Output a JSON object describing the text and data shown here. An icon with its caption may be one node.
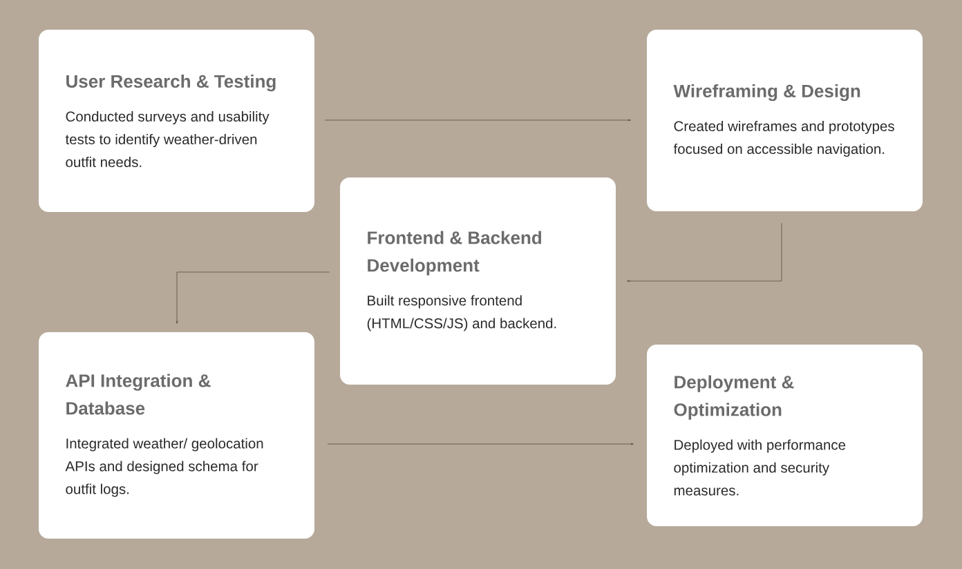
{
  "diagram": {
    "nodes": [
      {
        "text": [
          "User Research & Testing",
          "Conducted surveys and usability tests to identify weather-driven outfit needs."
        ]
      },
      {
        "text": [
          "Wireframing & Design",
          "Created wireframes and prototypes focused on accessible navigation."
        ]
      },
      {
        "text": [
          "Frontend & Backend Development",
          "Built responsive frontend (HTML/CSS/JS) and backend."
        ]
      },
      {
        "text": [
          "API Integration & Database",
          "Integrated weather/ geolocation APIs and designed schema for outfit logs."
        ]
      },
      {
        "text": [
          "Deployment & Optimization",
          "Deployed with performance optimization and security measures."
        ]
      }
    ],
    "edges": [
      {
        "from": 0,
        "to": 1,
        "arrow": "to"
      },
      {
        "from": 1,
        "to": 2,
        "arrow": "to"
      },
      {
        "from": 2,
        "to": 3,
        "arrow": "to"
      },
      {
        "from": 3,
        "to": 4,
        "arrow": "to"
      }
    ]
  }
}
